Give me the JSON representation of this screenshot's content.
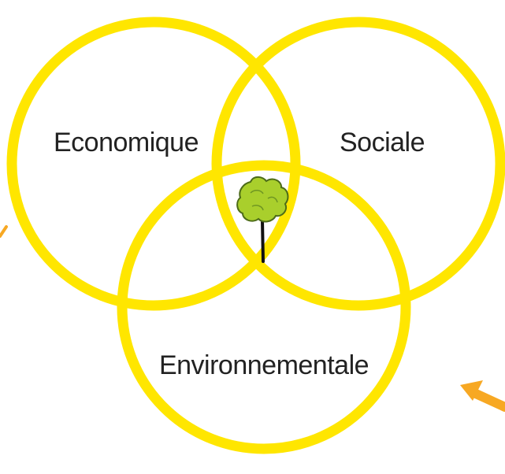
{
  "diagram": {
    "type": "venn",
    "circles": [
      {
        "label": "Economique",
        "color": "#ffe600"
      },
      {
        "label": "Sociale",
        "color": "#ffe600"
      },
      {
        "label": "Environnementale",
        "color": "#ffe600"
      }
    ],
    "center_icon": "tree-icon",
    "accent_arrow_color": "#f7a823"
  }
}
